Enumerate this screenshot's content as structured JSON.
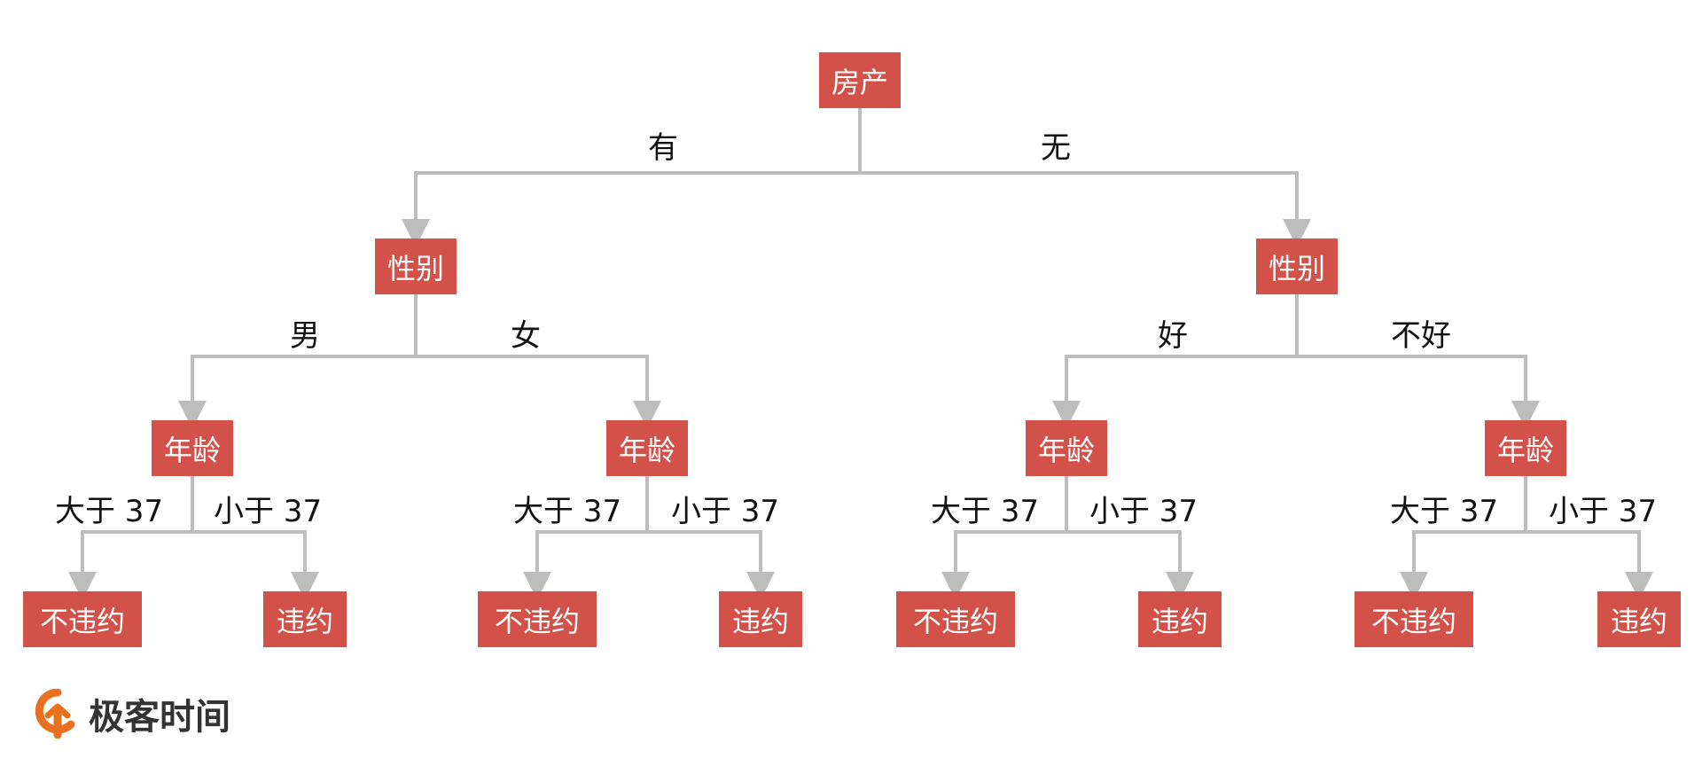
{
  "colors": {
    "node_fill": "#d2524a",
    "node_text": "#ffffff",
    "edge": "#bdbdbd",
    "label": "#111111",
    "logo_orange": "#e8711f"
  },
  "nodes": {
    "root": "房产",
    "l1_left": "性别",
    "l1_right": "性别",
    "l2_1": "年龄",
    "l2_2": "年龄",
    "l2_3": "年龄",
    "l2_4": "年龄",
    "leaf_1": "不违约",
    "leaf_2": "违约",
    "leaf_3": "不违约",
    "leaf_4": "违约",
    "leaf_5": "不违约",
    "leaf_6": "违约",
    "leaf_7": "不违约",
    "leaf_8": "违约"
  },
  "edges": {
    "root_left": "有",
    "root_right": "无",
    "l1l_left": "男",
    "l1l_right": "女",
    "l1r_left": "好",
    "l1r_right": "不好",
    "a1_left": "大于 37",
    "a1_right": "小于 37",
    "a2_left": "大于 37",
    "a2_right": "小于 37",
    "a3_left": "大于 37",
    "a3_right": "小于 37",
    "a4_left": "大于 37",
    "a4_right": "小于 37"
  },
  "logo": {
    "icon": "geektime-logo-icon",
    "text": "极客时间"
  }
}
